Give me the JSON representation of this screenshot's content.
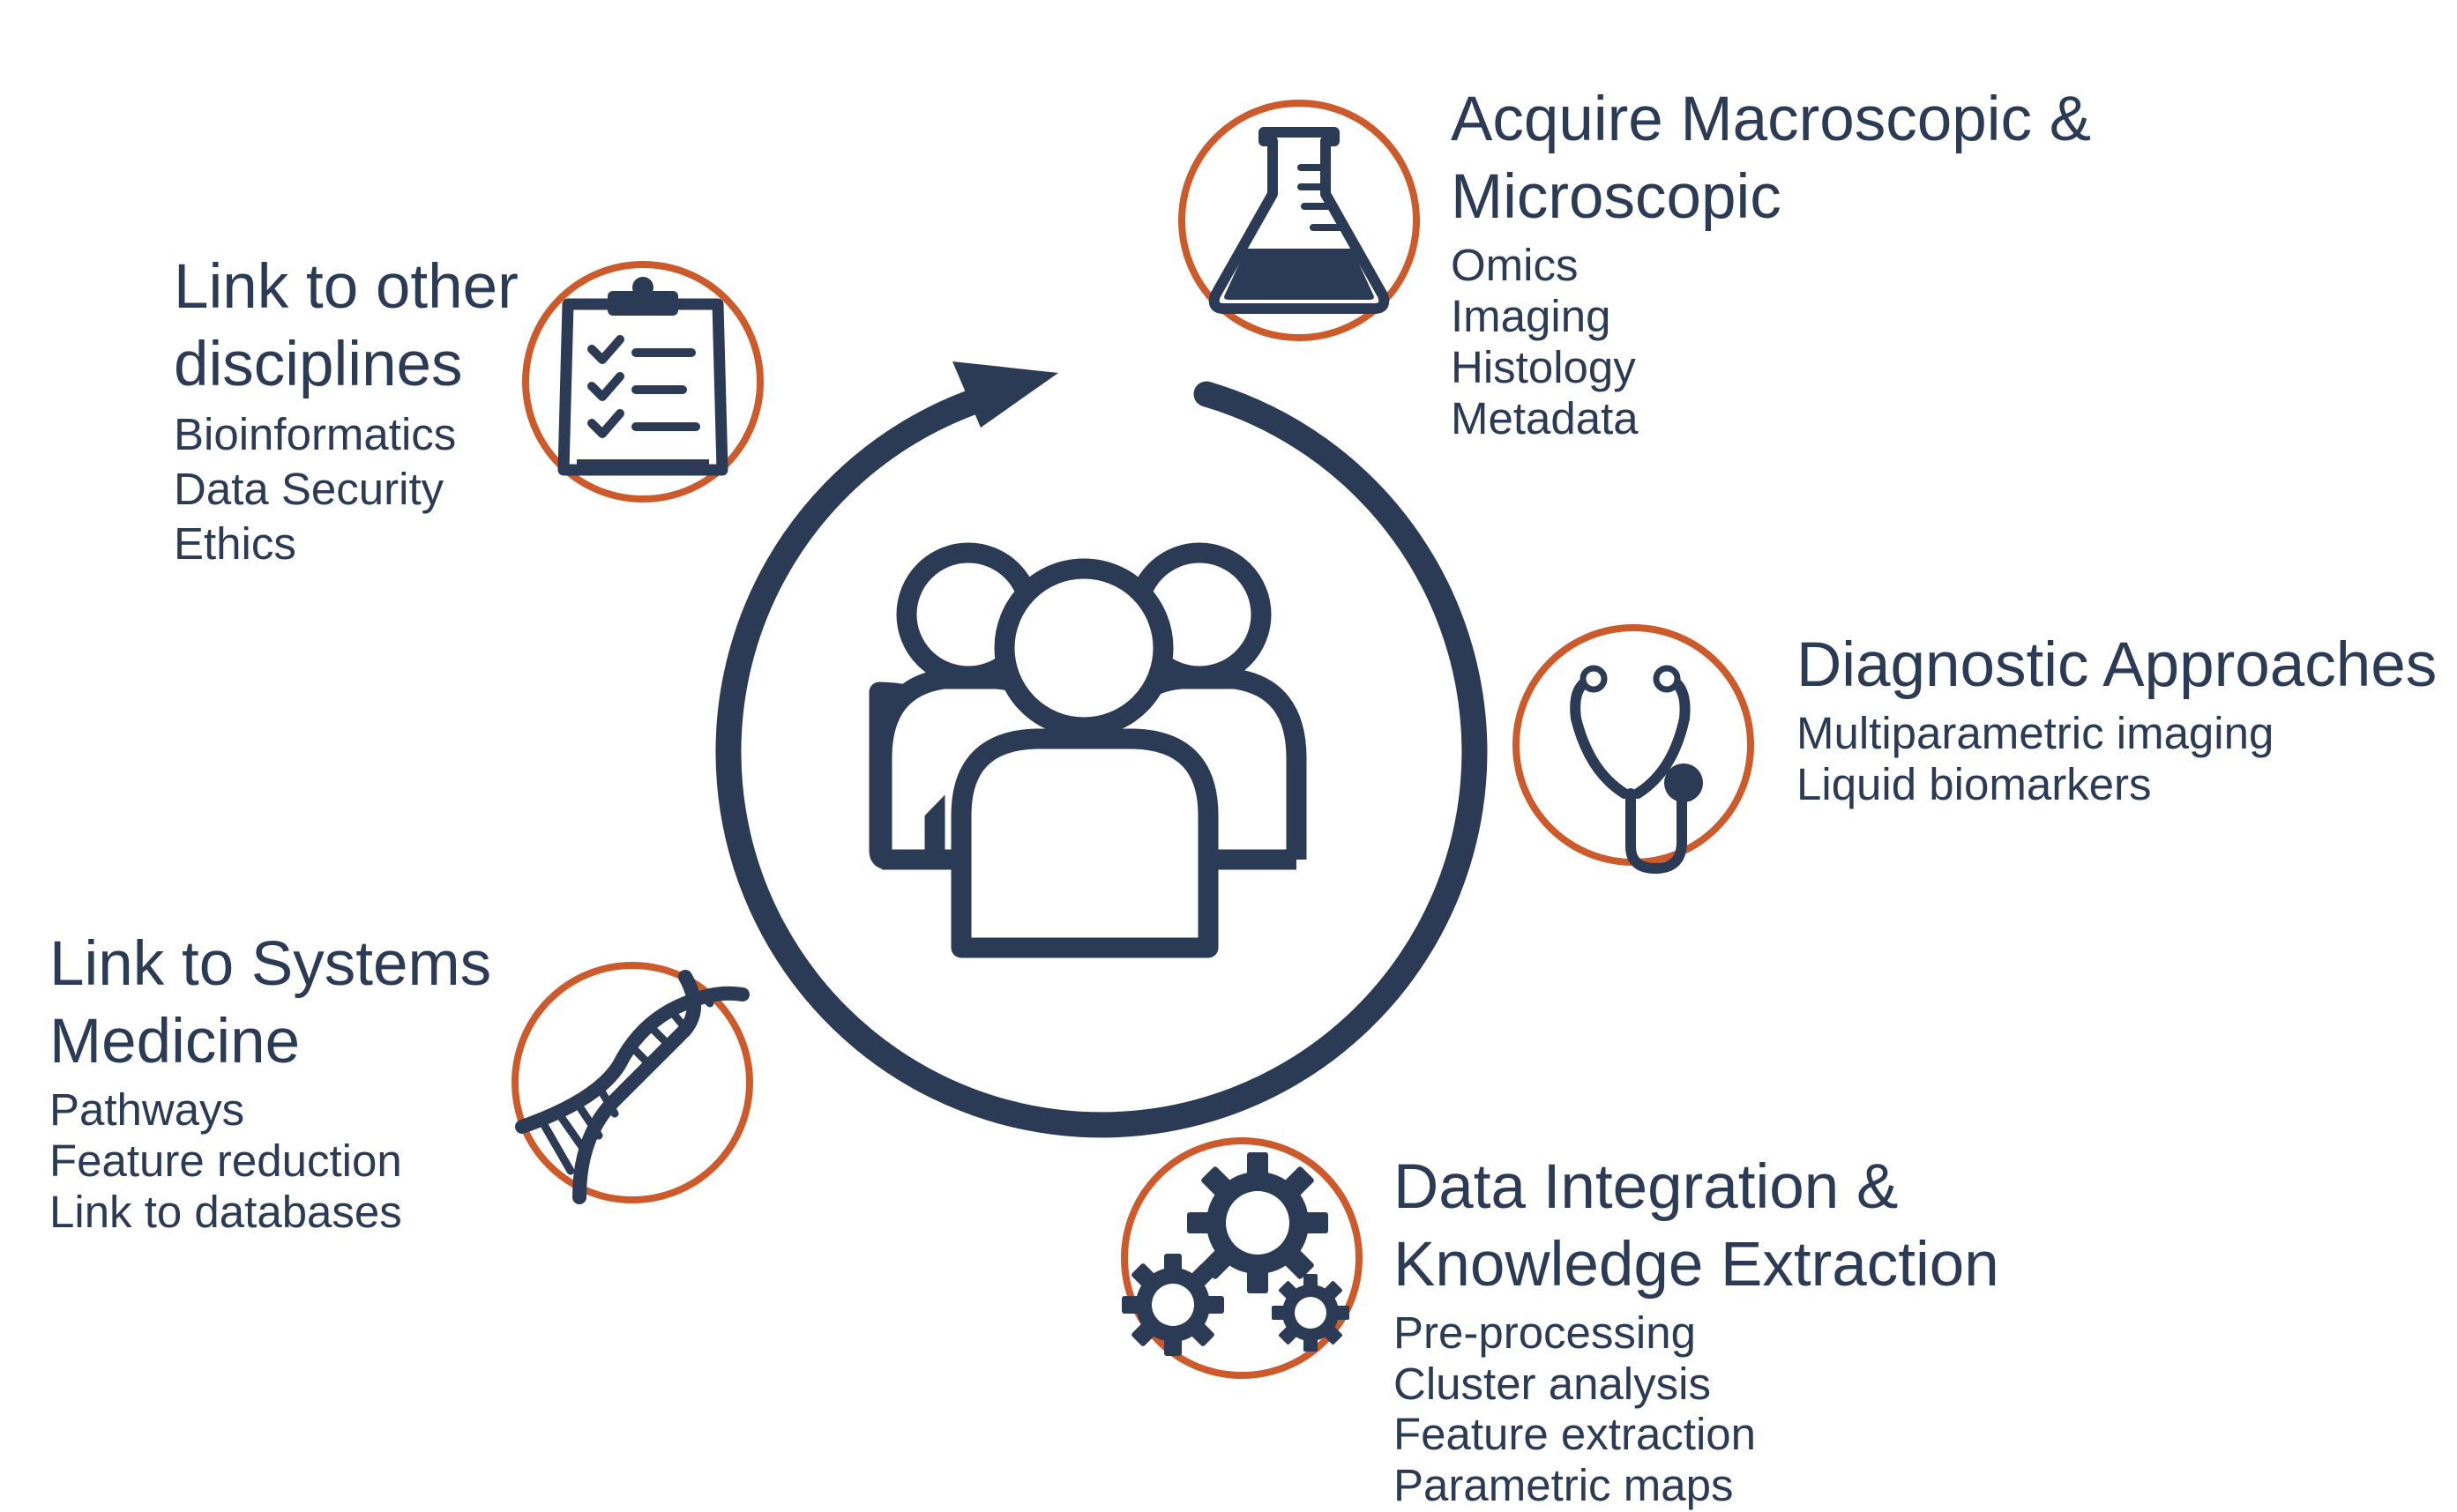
{
  "colors": {
    "navy": "#2b3a55",
    "orange": "#cc5a2a",
    "background": "#ffffff"
  },
  "center": {
    "icon": "people-group-icon",
    "cycle": "circular-arrow-icon"
  },
  "stages": [
    {
      "id": "acquire",
      "icon": "flask-icon",
      "title_lines": [
        "Acquire Macroscopic &",
        "Microscopic"
      ],
      "items": [
        "Omics",
        "Imaging",
        "Histology",
        "Metadata"
      ]
    },
    {
      "id": "diagnostic",
      "icon": "stethoscope-icon",
      "title_lines": [
        "Diagnostic Approaches"
      ],
      "items": [
        "Multiparametric imaging",
        "Liquid biomarkers"
      ]
    },
    {
      "id": "integration",
      "icon": "gears-icon",
      "title_lines": [
        "Data Integration &",
        "Knowledge Extraction"
      ],
      "items": [
        "Pre-processing",
        "Cluster analysis",
        "Feature extraction",
        "Parametric maps"
      ]
    },
    {
      "id": "systems",
      "icon": "dna-icon",
      "title_lines": [
        "Link to Systems",
        "Medicine"
      ],
      "items": [
        "Pathways",
        "Feature reduction",
        "Link to databases"
      ]
    },
    {
      "id": "other",
      "icon": "clipboard-checklist-icon",
      "title_lines": [
        "Link to other",
        "disciplines"
      ],
      "items": [
        "Bioinformatics",
        "Data Security",
        "Ethics"
      ]
    }
  ]
}
